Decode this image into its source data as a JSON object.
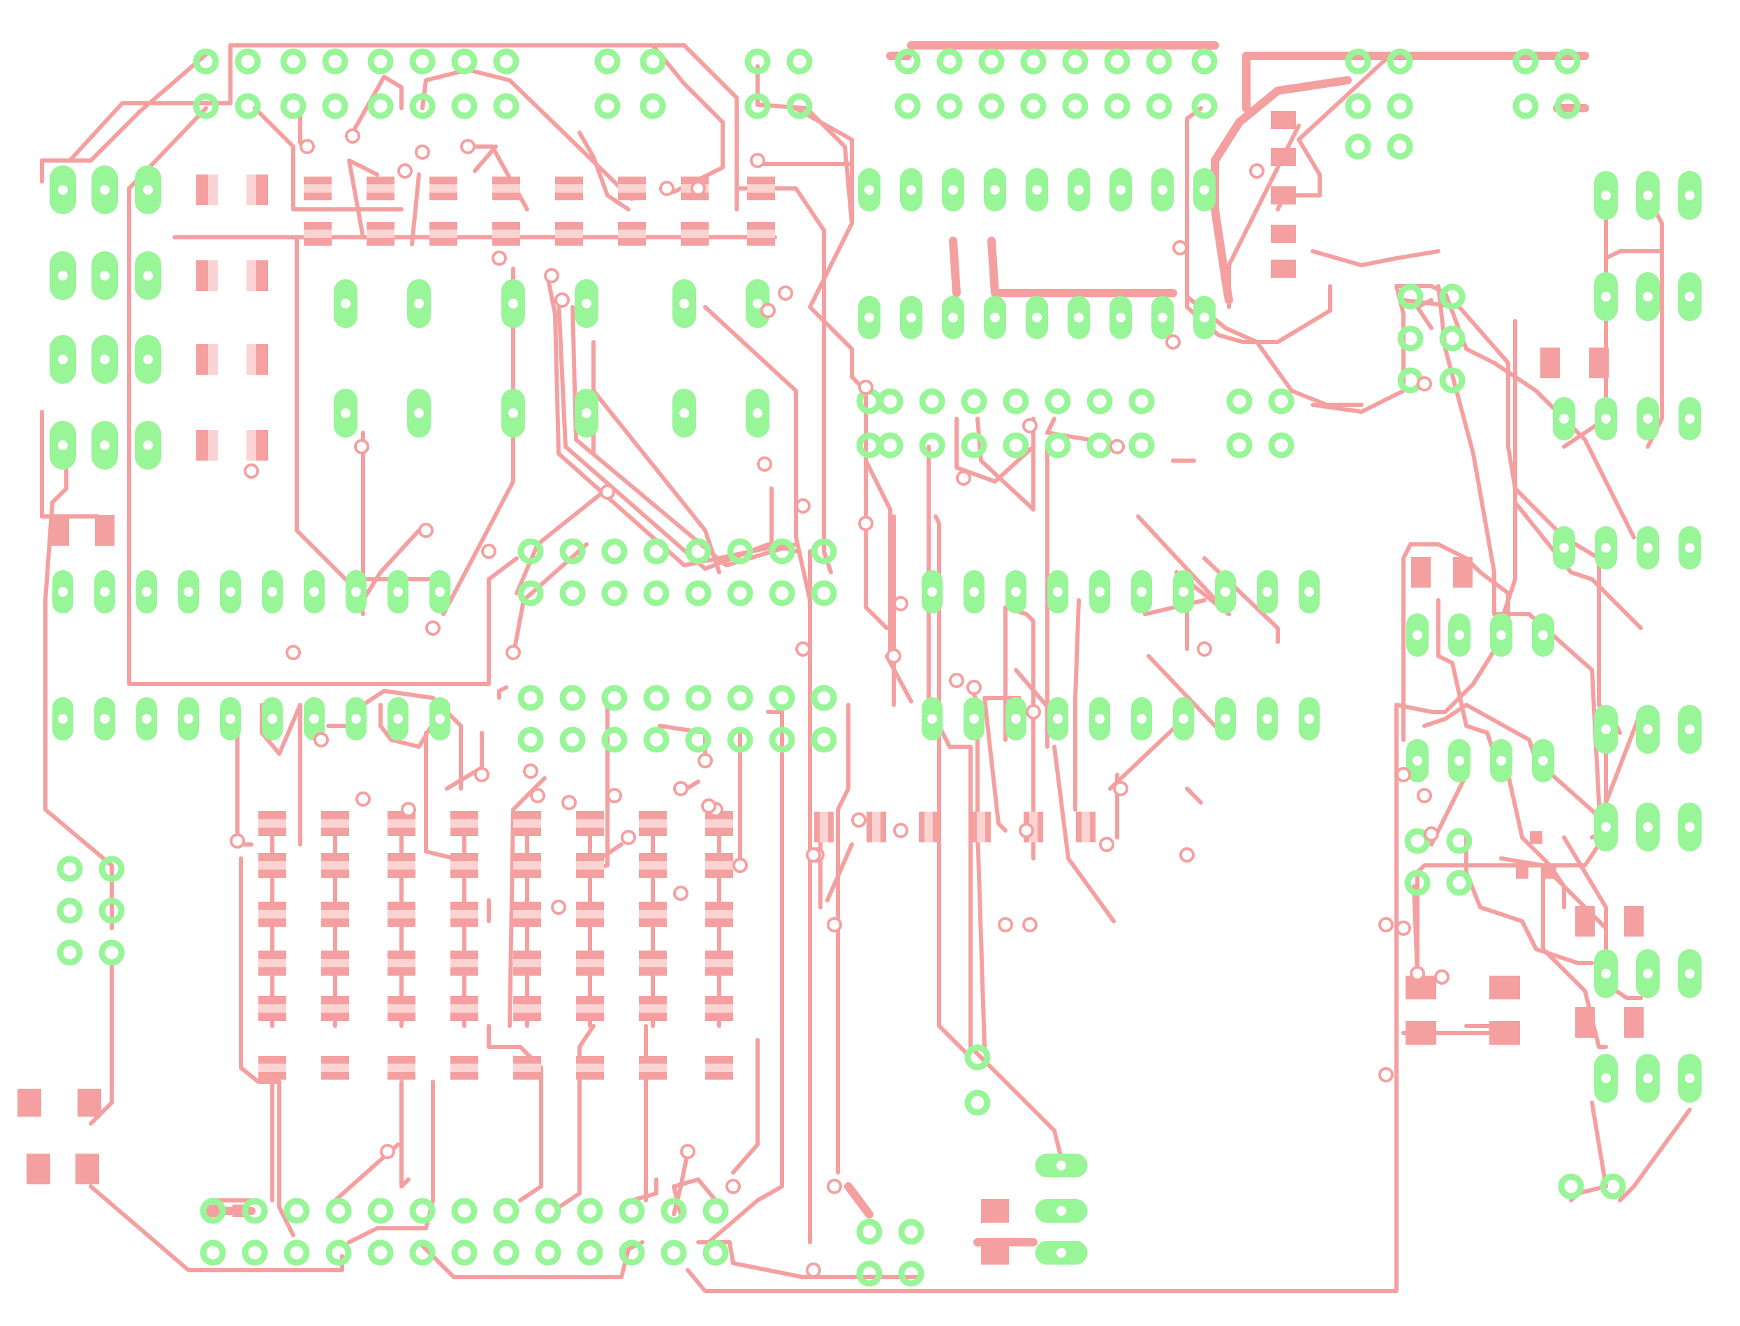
{
  "board": {
    "description_visible_text": "",
    "colors": {
      "copper_trace": "#f5a0a0",
      "pad": "#98f598",
      "smd_pad": "#f5a0a0",
      "smd_pad_light": "#fbd3d3",
      "drill_hole": "#f06a6a",
      "background": "#ffffff"
    },
    "layer": "bottom-copper",
    "component_groups": [
      "header-top-left",
      "header-top-middle",
      "header-top-right",
      "dip-left",
      "dip-right",
      "smd-resistor-array",
      "connector-bottom",
      "relay-pads-right"
    ]
  }
}
